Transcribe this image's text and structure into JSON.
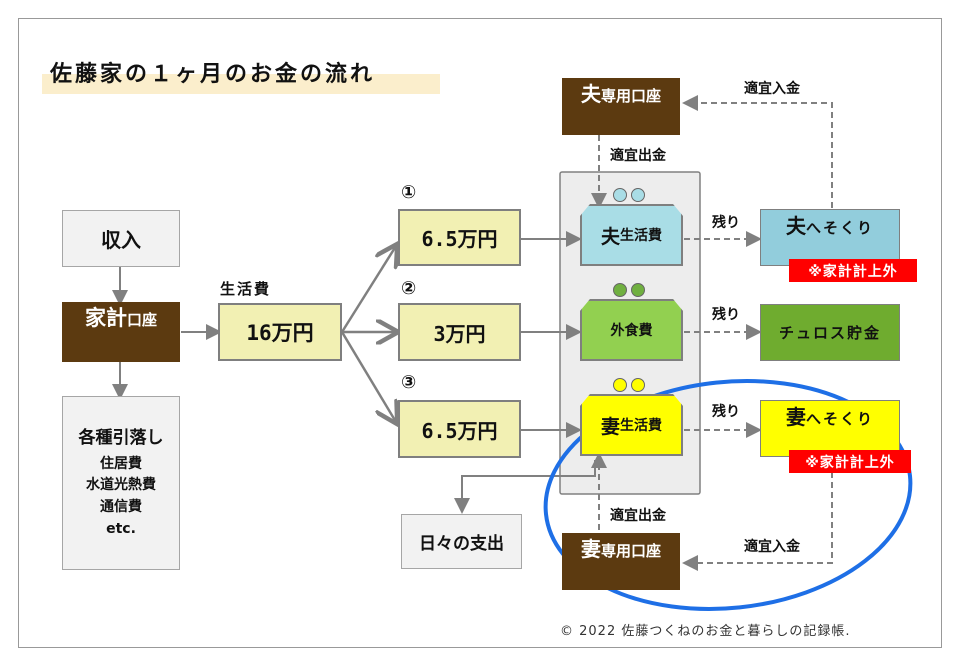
{
  "title": "佐藤家の１ヶ月のお金の流れ",
  "income": "収入",
  "household_account": {
    "main": "家計",
    "suffix": "口座"
  },
  "deductions": {
    "title": "各種引落し",
    "items": [
      "住居費",
      "水道光熱費",
      "通信費",
      "etc."
    ]
  },
  "living_label": "生活費",
  "living_amount": "16万円",
  "splits": [
    {
      "num": "①",
      "amount": "6.5万円"
    },
    {
      "num": "②",
      "amount": "3万円"
    },
    {
      "num": "③",
      "amount": "6.5万円"
    }
  ],
  "husband_account": {
    "main": "夫",
    "suffix": "専用口座"
  },
  "wife_account": {
    "main": "妻",
    "suffix": "専用口座"
  },
  "purses": [
    {
      "main": "夫",
      "suffix": "生活費",
      "color": "#a9dde6",
      "coin": "#a9dde6"
    },
    {
      "main": "",
      "suffix": "外食費",
      "color": "#92d050",
      "coin": "#70b040"
    },
    {
      "main": "妻",
      "suffix": "生活費",
      "color": "#ffff00",
      "coin": "#ffff00"
    }
  ],
  "withdraw_label": "適宜出金",
  "deposit_label": "適宜入金",
  "remainder_label": "残り",
  "husband_savings": {
    "main": "夫",
    "suffix": "へそくり",
    "color": "#92cddc"
  },
  "churos_savings": {
    "text": "チュロス貯金",
    "color": "#6fac2f"
  },
  "wife_savings": {
    "main": "妻",
    "suffix": "へそくり",
    "color": "#ffff00"
  },
  "outside_tag": "※家計計上外",
  "daily_expense": "日々の支出",
  "copyright": "© 2022 佐藤つくねのお金と暮らしの記録帳.",
  "colors": {
    "brown": "#5c3a10",
    "highlight_circle": "#1e6fe6",
    "arrow": "#808080"
  }
}
